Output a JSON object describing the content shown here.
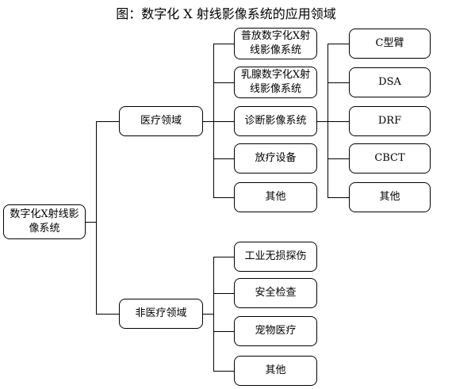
{
  "title": "图：数字化 X 射线影像系统的应用领域",
  "root": {
    "line1": "数字化X射线影",
    "line2": "像系统"
  },
  "medical": {
    "label": "医疗领域",
    "children": {
      "general": {
        "line1": "普放数字化X射",
        "line2": "线影像系统"
      },
      "mammo": {
        "line1": "乳腺数字化X射",
        "line2": "线影像系统"
      },
      "diagnostic": "诊断影像系统",
      "radiotherapy": "放疗设备",
      "other": "其他"
    },
    "diagnostic_children": {
      "c_arm": "C型臂",
      "dsa": "DSA",
      "drf": "DRF",
      "cbct": "CBCT",
      "other": "其他"
    }
  },
  "non_medical": {
    "label": "非医疗领域",
    "children": {
      "industrial": "工业无损探伤",
      "security": "安全检查",
      "pet": "宠物医疗",
      "other": "其他"
    }
  }
}
